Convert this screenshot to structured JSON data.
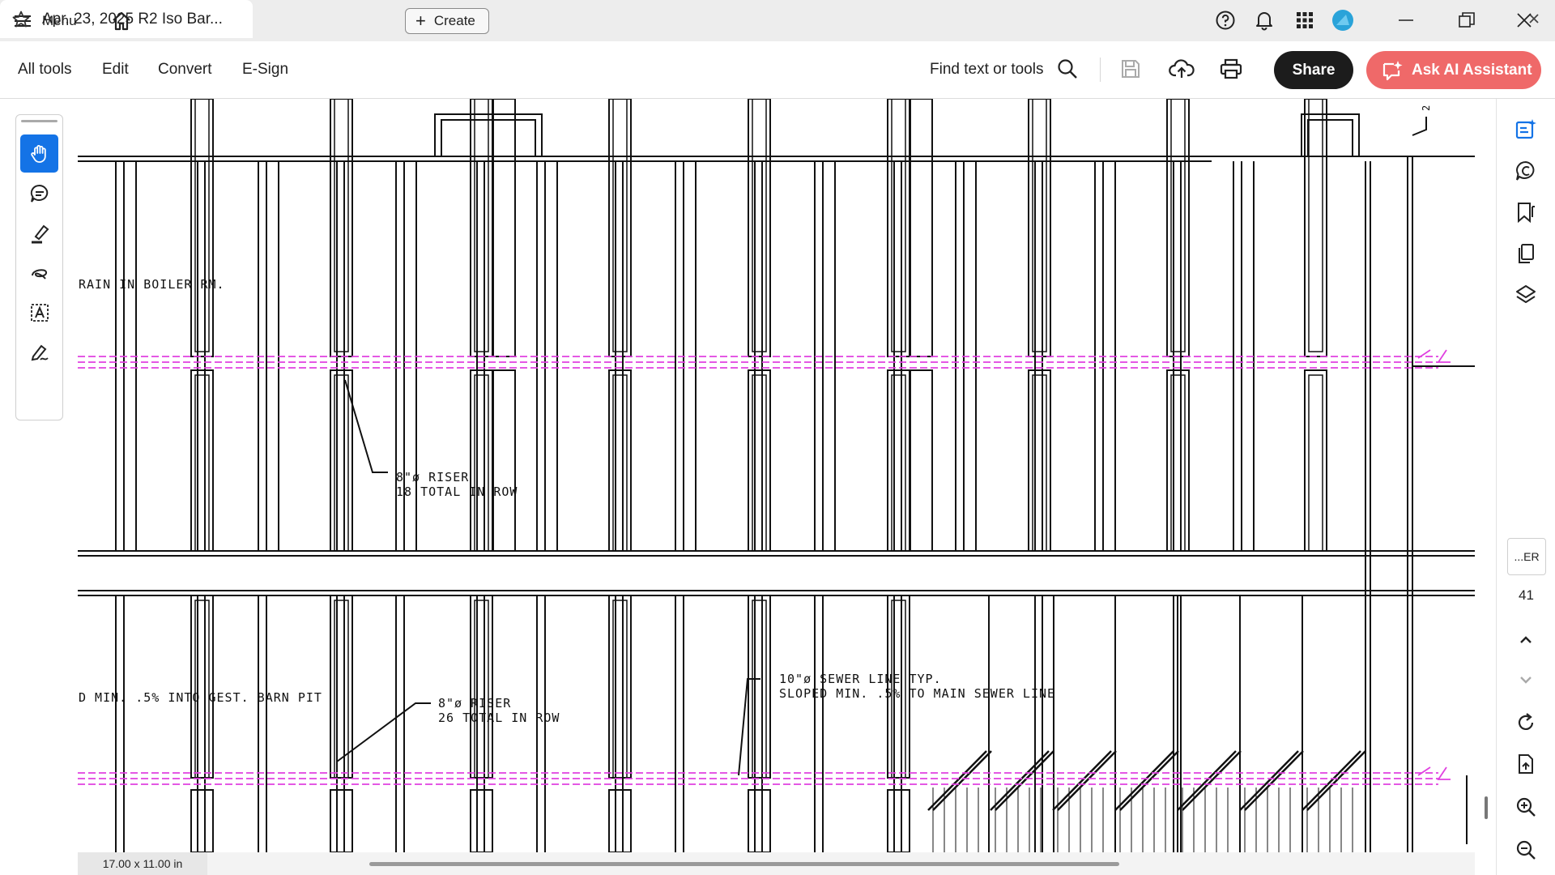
{
  "tabbar": {
    "menu_label": "Menu",
    "tab_title": "Apr. 23, 2025 R2 Iso Bar...",
    "create_label": "Create",
    "icons": [
      "hamburger-icon",
      "home-icon",
      "star-icon",
      "close-icon",
      "plus-icon",
      "help-icon",
      "bell-icon",
      "apps-grid-icon",
      "avatar",
      "minimize-icon",
      "restore-icon",
      "window-close-icon"
    ]
  },
  "toolbar": {
    "all_tools": "All tools",
    "edit": "Edit",
    "convert": "Convert",
    "esign": "E-Sign",
    "find": "Find text or tools",
    "share": "Share",
    "ai_assistant": "Ask AI Assistant",
    "icons": [
      "search-icon",
      "save-icon",
      "upload-cloud-icon",
      "print-icon",
      "ai-sparkle-icon"
    ]
  },
  "left_rail": {
    "tools": [
      "hand-tool",
      "comment-tool",
      "highlight-tool",
      "draw-tool",
      "text-select-tool",
      "sign-tool"
    ],
    "active": "hand-tool"
  },
  "drawing": {
    "labels": {
      "drain_boiler": "RAIN IN BOILER RM.",
      "riser_top_line1": "8\"ø RISER",
      "riser_top_line2": "18 TOTAL IN ROW",
      "slope_pit": "D MIN. .5% INTO GEST. BARN PIT",
      "riser_bottom_line1": "8\"ø RISER",
      "riser_bottom_line2": "26 TOTAL IN ROW",
      "sewer_line1": "10\"ø SEWER LINE TYP.",
      "sewer_line2": "SLOPED MIN. .5% TO MAIN SEWER LINE",
      "corner_mark": "2"
    },
    "colors": {
      "line": "#111111",
      "dashed": "#e040e0"
    }
  },
  "statusbar": {
    "page_size": "17.00 x 11.00 in"
  },
  "right_rail": {
    "icons": [
      "ai-notes-icon",
      "comments-icon",
      "bookmarks-icon",
      "pages-icon",
      "layers-icon",
      "rotate-icon",
      "file-export-icon",
      "zoom-in-icon",
      "zoom-out-icon",
      "chevron-up-icon",
      "chevron-down-icon"
    ],
    "thumb_label": "...ER",
    "page_number": "41"
  },
  "colors": {
    "accent": "#1473e6",
    "ai": "#ef6969",
    "share": "#1c1c1c"
  }
}
